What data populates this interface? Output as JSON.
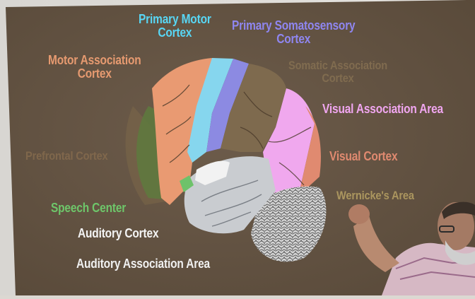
{
  "colors": {
    "slide_bg": "#685848",
    "primary_motor": "#86d6ee",
    "primary_somatosensory": "#8c8ae2",
    "motor_association": "#e99a72",
    "somatic_association": "#c8a27a",
    "visual_association": "#f0a8ee",
    "visual_cortex": "#e08a70",
    "prefrontal": "#b5925e",
    "speech_center": "#6ec26a",
    "auditory_cortex": "#f4f4f4",
    "auditory_association": "#f0f0f0",
    "wernickes": "#c8b06a"
  },
  "slide": {
    "labels": {
      "primary_motor_line1": "Primary Motor",
      "primary_motor_line2": "Cortex",
      "primary_somatosensory_line1": "Primary Somatosensory",
      "primary_somatosensory_line2": "Cortex",
      "motor_association_line1": "Motor Association",
      "motor_association_line2": "Cortex",
      "somatic_association_line1": "Somatic Association",
      "somatic_association_line2": "Cortex",
      "visual_association": "Visual Association Area",
      "visual_cortex": "Visual Cortex",
      "prefrontal_cortex": "Prefrontal Cortex",
      "wernickes_area": "Wernicke's Area",
      "speech_center": "Speech Center",
      "auditory_cortex": "Auditory Cortex",
      "auditory_association": "Auditory Association Area"
    }
  }
}
